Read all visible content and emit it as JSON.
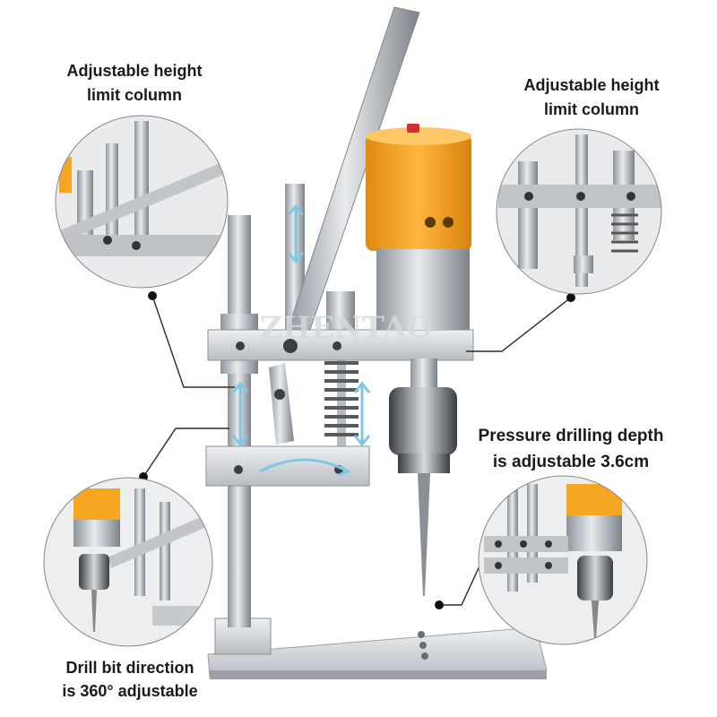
{
  "callouts": {
    "top_left": {
      "line1": "Adjustable height",
      "line2": "limit column"
    },
    "top_right": {
      "line1": "Adjustable height",
      "line2": "limit column"
    },
    "middle_right": {
      "line1": "Pressure drilling depth",
      "line2": "is adjustable 3.6cm"
    },
    "bottom_left": {
      "line1": "Drill bit direction",
      "line2": "is 360° adjustable"
    }
  },
  "watermark": "ZHENTAO",
  "colors": {
    "motor_orange": "#f5a623",
    "metal": "#c9cdd2",
    "arrow_blue": "#7ec8e3",
    "switch_red": "#d32f2f"
  }
}
